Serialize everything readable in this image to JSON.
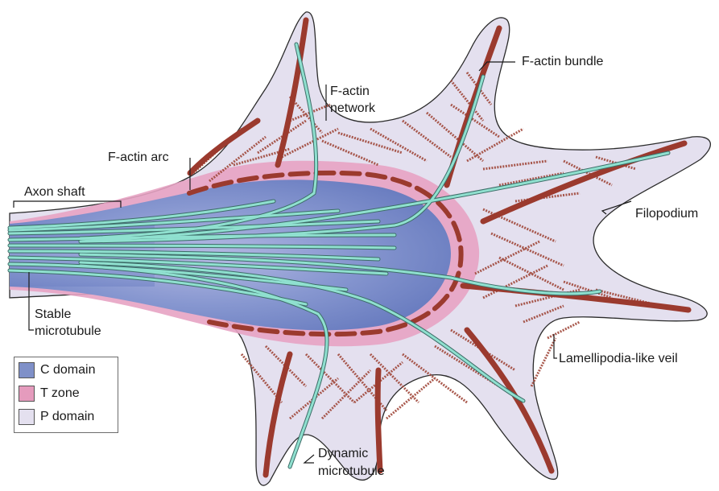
{
  "labels": {
    "axon_shaft": "Axon shaft",
    "f_actin_arc": "F-actin arc",
    "f_actin_network_1": "F-actin",
    "f_actin_network_2": "network",
    "f_actin_bundle": "F-actin bundle",
    "filopodium": "Filopodium",
    "stable_microtubule_1": "Stable",
    "stable_microtubule_2": "microtubule",
    "lamellipodia_veil": "Lamellipodia-like veil",
    "dynamic_microtubule_1": "Dynamic",
    "dynamic_microtubule_2": "microtubule"
  },
  "legend": [
    {
      "label": "C domain",
      "color": "#7f90c8"
    },
    {
      "label": "T zone",
      "color": "#e59bbd"
    },
    {
      "label": "P domain",
      "color": "#e4e0ef"
    }
  ],
  "colors": {
    "p_domain": "#e4e0ef",
    "t_zone": "#e7a3c3",
    "c_domain": "#8092cc",
    "actin": "#9b3a2e",
    "microtubule": "#7fd4c4",
    "outline": "#2b2b2b"
  }
}
